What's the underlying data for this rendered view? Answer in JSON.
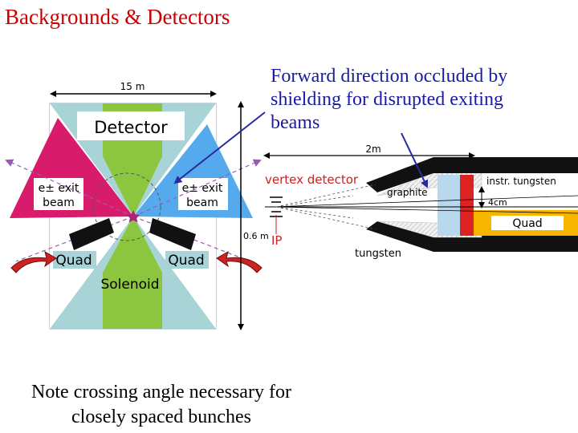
{
  "title": "Backgrounds & Detectors",
  "annotation": {
    "lines": [
      "Forward direction occluded by",
      "shielding for disrupted exiting",
      "beams"
    ]
  },
  "note": {
    "lines": [
      "Note crossing angle necessary for",
      "closely spaced bunches"
    ]
  },
  "left_diagram": {
    "width_label": "15 m",
    "detector_label": "Detector",
    "exit_beam_left": [
      "e± exit",
      "beam"
    ],
    "exit_beam_right": [
      "e± exit",
      "beam"
    ],
    "quad_left": "Quad",
    "quad_right": "Quad",
    "solenoid_label": "Solenoid",
    "height_label": "0.6 m"
  },
  "right_diagram": {
    "length_label": "2m",
    "vertex_label": "vertex detector",
    "graphite_label": "graphite",
    "ip_label": "IP",
    "tungsten_label": "tungsten",
    "instr_label": "instr. tungsten",
    "size_label": "4cm",
    "quad_label": "Quad"
  },
  "colors": {
    "title": "#cc0000",
    "annotation": "#1a1aa8",
    "detector_bg": "#a8d4d8",
    "pink": "#d81b6a",
    "green": "#8cc63f",
    "blue": "#55aaee",
    "quad_yellow": "#f7b500",
    "red_block": "#dd2222",
    "light_blue_block": "#b8d8f0",
    "vertex_red": "#cc2222"
  }
}
